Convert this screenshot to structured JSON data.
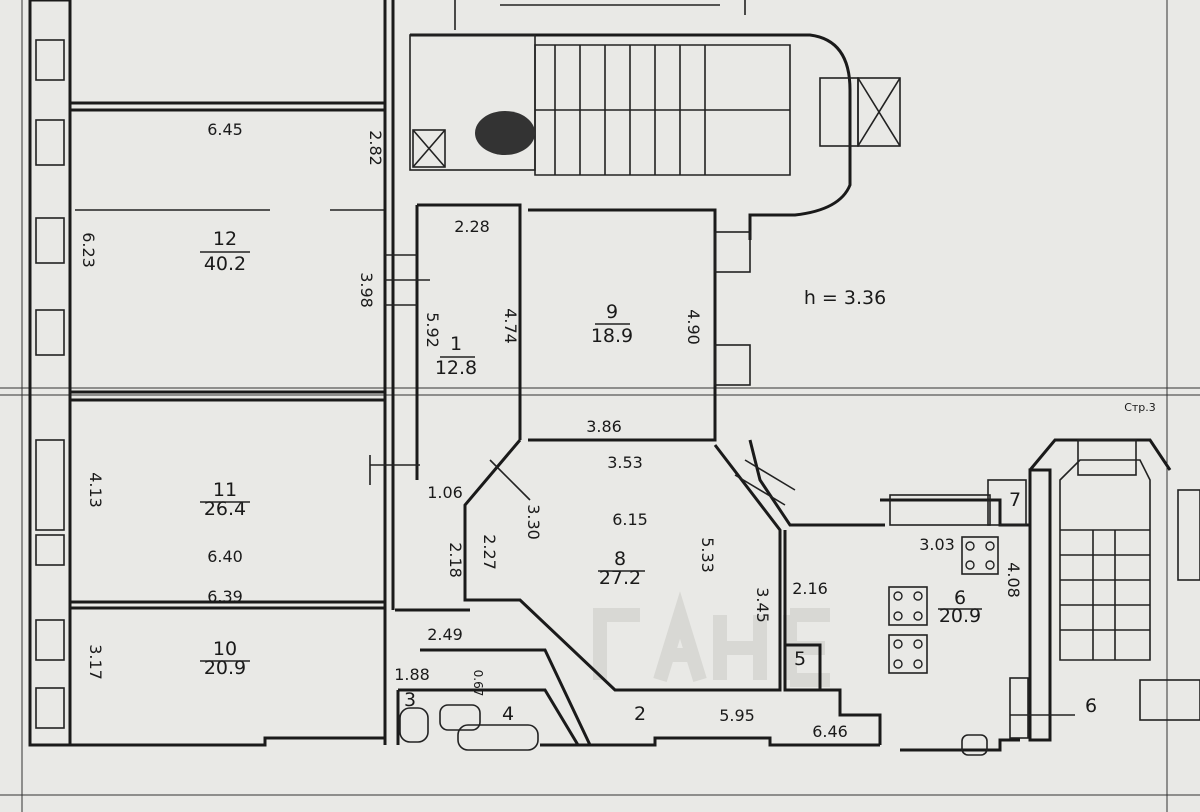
{
  "sheet_label": "Стр.3",
  "ceiling_height": "h = 3.36",
  "watermark": "ГАНЕ",
  "rooms": [
    {
      "number": "12",
      "area": "40.2"
    },
    {
      "number": "1",
      "area": "12.8"
    },
    {
      "number": "9",
      "area": "18.9"
    },
    {
      "number": "11",
      "area": "26.4"
    },
    {
      "number": "8",
      "area": "27.2"
    },
    {
      "number": "10",
      "area": "20.9"
    },
    {
      "number": "6",
      "area": "20.9"
    },
    {
      "number": "2"
    },
    {
      "number": "3"
    },
    {
      "number": "4"
    },
    {
      "number": "5"
    },
    {
      "number": "7"
    },
    {
      "number": "6"
    }
  ],
  "dimensions": [
    "6.45",
    "2.82",
    "6.23",
    "3.98",
    "2.28",
    "5.92",
    "4.74",
    "4.90",
    "3.86",
    "3.53",
    "4.13",
    "6.40",
    "1.06",
    "2.18",
    "2.27",
    "3.30",
    "6.15",
    "5.33",
    "3.45",
    "6.39",
    "3.17",
    "2.49",
    "1.88",
    "0.67",
    "5.95",
    "6.46",
    "2.16",
    "3.03",
    "4.08"
  ]
}
